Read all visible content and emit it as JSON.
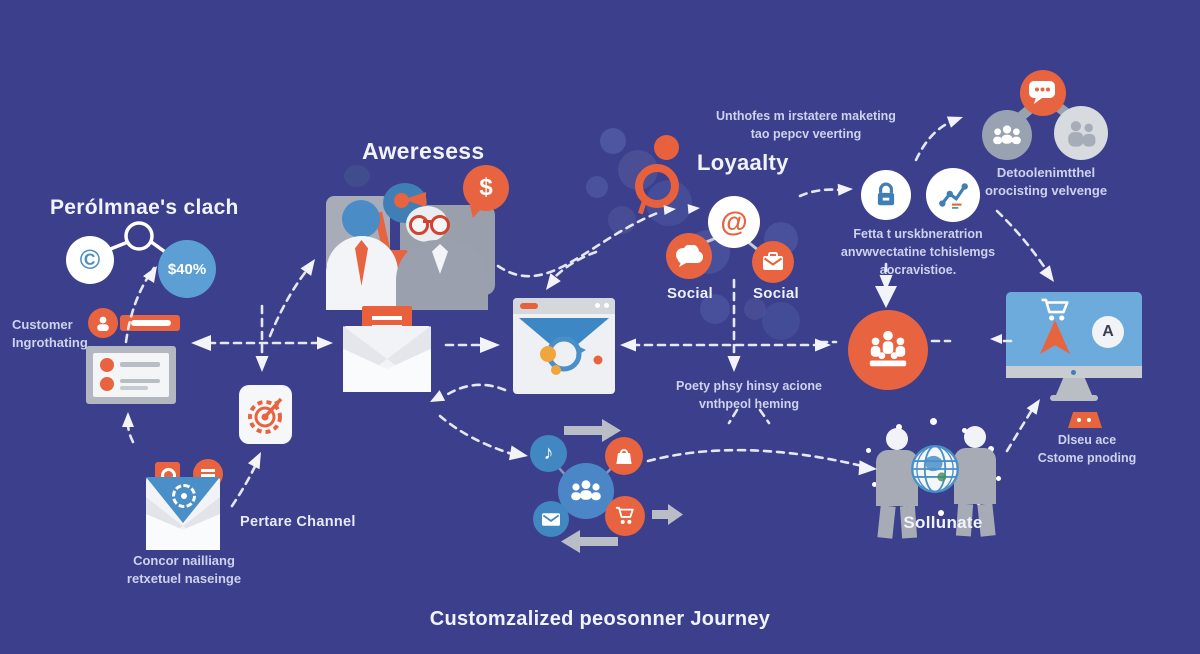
{
  "title": "Customzalized peosonner Journey",
  "headings": {
    "perolmnaes": "Perólmnae's clach",
    "aweresess": "Aweresess",
    "loyaalty": "Loyaalty",
    "sollunate": "Sollunate",
    "pertare_channel": "Pertare Channel"
  },
  "labels": {
    "customer_ingrothating": "Customer\nIngrothating",
    "unthofes": "Unthofes m irstatere maketing\ntao pepcv veerting",
    "fetta": "Fetta t urskbneratrion\nanvwvectatine tchislemgs\naocravistioe.",
    "detoolenimtthel": "Detoolenimtthel\norocisting velvenge",
    "poety": "Poety phsy hinsy acione\nvnthpeol heming",
    "concor": "Concor nailliang\nretxetuel naseinge",
    "dlseu": "Dlseu ace\nCstome pnoding",
    "social_left": "Social",
    "social_right": "Social"
  },
  "badges": {
    "discount": "$40%",
    "dollar": "$",
    "at_symbol": "@",
    "monitor_letter": "A",
    "copyright_symbol": "©",
    "music_note": "♪"
  },
  "icons": {
    "top_left": "copyright-icon",
    "target_box": "gear-target-icon",
    "lock": "lock-icon",
    "route": "route-chart-icon",
    "globe": "globe-icon",
    "cart": "shopping-cart-icon",
    "bag": "shopping-bag-icon",
    "mail": "mail-icon",
    "people": "people-group-icon",
    "speech": "speech-bubble-icon"
  },
  "colors": {
    "background": "#3b3f8c",
    "accent_orange": "#e8633f",
    "accent_blue": "#4a8fc7",
    "light_blue": "#5b9fd4",
    "gray": "#a6abb5",
    "text_primary": "#f1f3fb",
    "text_secondary": "#cdd2ee"
  }
}
